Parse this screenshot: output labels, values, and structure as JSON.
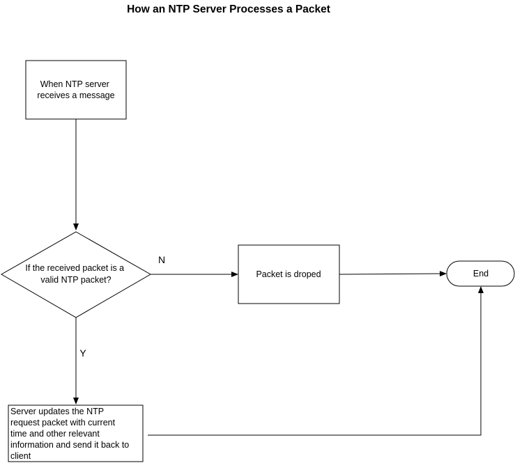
{
  "title": "How an NTP Server Processes a Packet",
  "nodes": {
    "start": {
      "lines": [
        "When NTP server",
        "receives a message"
      ]
    },
    "decision": {
      "lines": [
        "If the received packet is a",
        "valid NTP packet?"
      ]
    },
    "dropped": {
      "lines": [
        "Packet is droped"
      ]
    },
    "end": {
      "lines": [
        "End"
      ]
    },
    "update": {
      "lines": [
        "Server updates the NTP",
        "request packet with current",
        "time and other relevant",
        "information and send it back to",
        "client"
      ]
    }
  },
  "edges": {
    "no_label": "N",
    "yes_label": "Y"
  }
}
